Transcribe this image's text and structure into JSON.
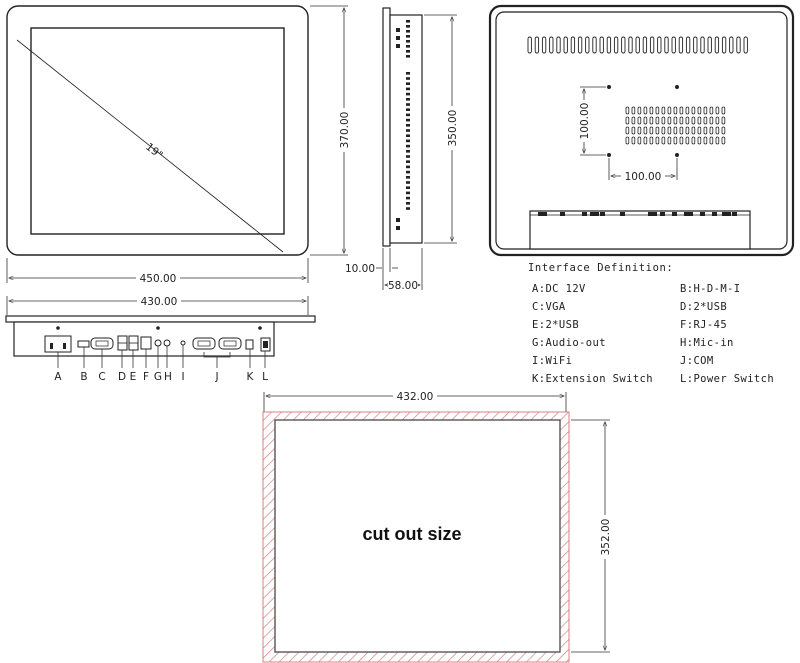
{
  "front_view": {
    "diagonal_label": "19\"",
    "width_label": "450.00",
    "height_label": "370.00"
  },
  "side_view": {
    "height_label": "350.00",
    "bezel_label": "10.00",
    "depth_label": "58.00"
  },
  "rear_view": {
    "vertical_spacing_label": "100.00",
    "horizontal_spacing_label": "100.00"
  },
  "bottom_view": {
    "width_label": "430.00",
    "ports": [
      "A",
      "B",
      "C",
      "D",
      "E",
      "F",
      "G",
      "H",
      "I",
      "J",
      "K",
      "L"
    ]
  },
  "interface_definition": {
    "title": "Interface Definition:",
    "items": [
      {
        "left": "A:DC 12V",
        "right": "B:H-D-M-I"
      },
      {
        "left": "C:VGA",
        "right": "D:2*USB"
      },
      {
        "left": "E:2*USB",
        "right": "F:RJ-45"
      },
      {
        "left": "G:Audio-out",
        "right": "H:Mic-in"
      },
      {
        "left": "I:WiFi",
        "right": "J:COM"
      },
      {
        "left": "K:Extension Switch",
        "right": "L:Power Switch"
      }
    ]
  },
  "cutout": {
    "label": "cut out size",
    "width_label": "432.00",
    "height_label": "352.00"
  }
}
